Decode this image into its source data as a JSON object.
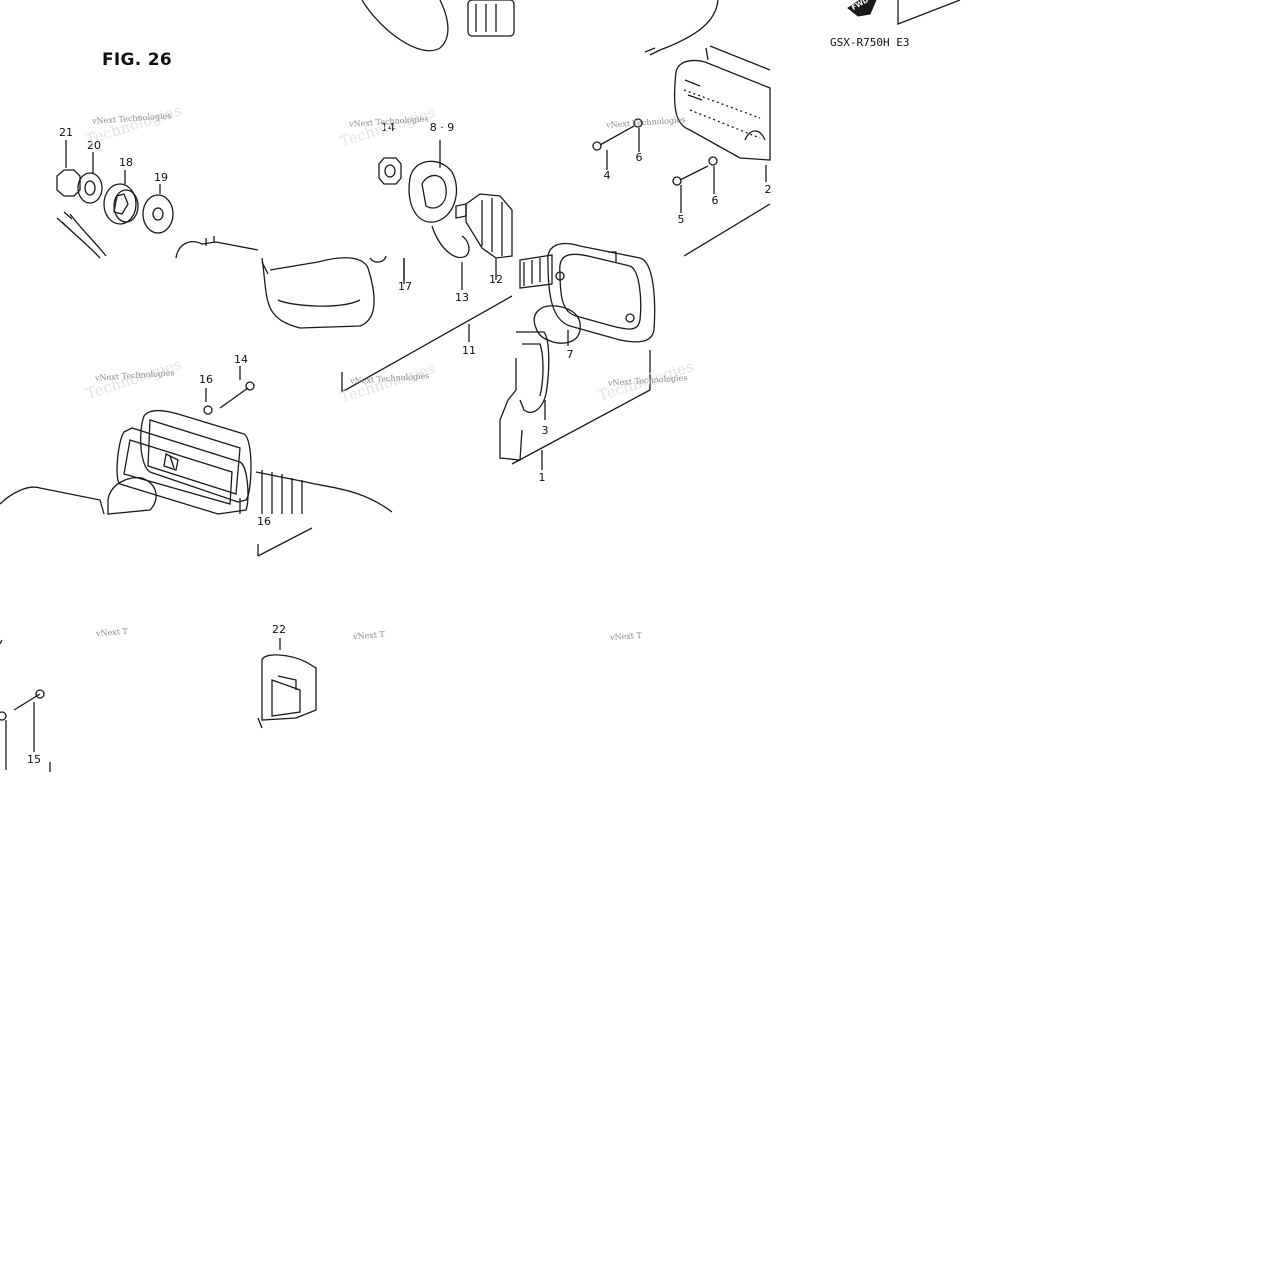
{
  "figure": {
    "title": "FIG. 26",
    "model": "GSX-R750H E3",
    "fwd_badge": "FWD"
  },
  "callouts": [
    "21",
    "20",
    "18",
    "19",
    "14",
    "8 · 9",
    "17",
    "13",
    "12",
    "11",
    "4",
    "6",
    "5",
    "6",
    "2",
    "7",
    "3",
    "1",
    "14",
    "16",
    "16",
    "22",
    "15"
  ],
  "watermarks": [
    "vNext Technologies",
    "vNext Technologies",
    "vNext Technologies",
    "vNext Technologies",
    "vNext Technologies",
    "vNext T",
    "vNext T",
    "vNext T"
  ],
  "watermark_ghost": "Technologies"
}
